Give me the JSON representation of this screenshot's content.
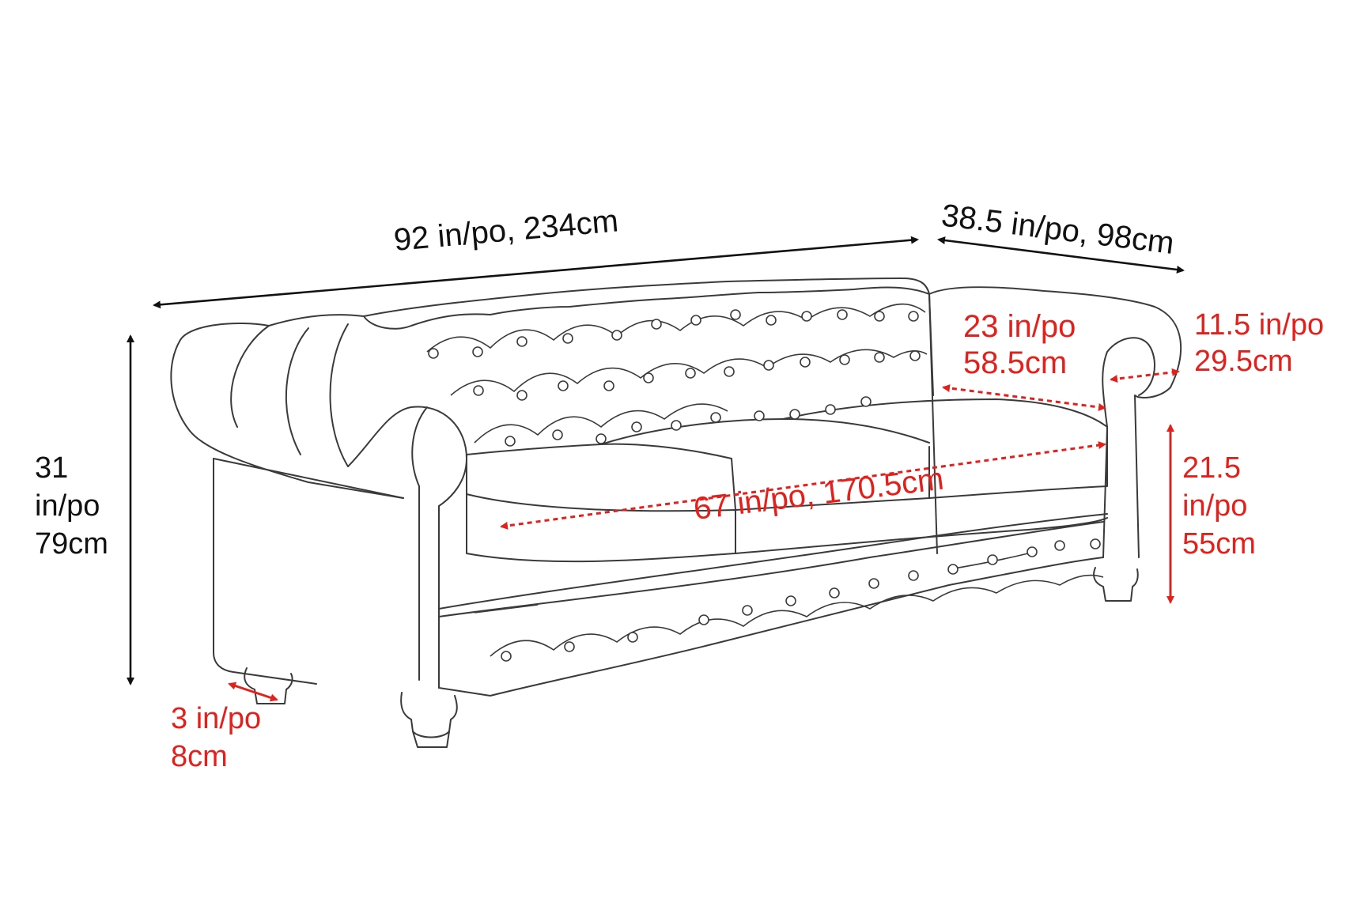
{
  "diagram": {
    "subject": "Chesterfield three-seat sofa line drawing",
    "colors": {
      "outline": "#3a3a3a",
      "overall_dims": "#111111",
      "detail_dims": "#e3201b",
      "background": "#ffffff"
    }
  },
  "dimensions": {
    "overall_width": {
      "label": "92 in/po, 234cm",
      "inches": 92,
      "cm": 234
    },
    "overall_depth": {
      "label": "38.5 in/po, 98cm",
      "inches": 38.5,
      "cm": 98
    },
    "overall_height": {
      "line1": "31",
      "line2": "in/po",
      "line3": "79cm",
      "inches": 31,
      "cm": 79
    },
    "seat_depth": {
      "line1": "23 in/po",
      "line2": "58.5cm",
      "inches": 23,
      "cm": 58.5
    },
    "arm_width": {
      "line1": "11.5 in/po",
      "line2": "29.5cm",
      "inches": 11.5,
      "cm": 29.5
    },
    "seat_width": {
      "label": "67 in/po, 170.5cm",
      "inches": 67,
      "cm": 170.5
    },
    "seat_height": {
      "line1": "21.5",
      "line2": "in/po",
      "line3": "55cm",
      "inches": 21.5,
      "cm": 55
    },
    "leg_height": {
      "line1": "3 in/po",
      "line2": "8cm",
      "inches": 3,
      "cm": 8
    }
  }
}
